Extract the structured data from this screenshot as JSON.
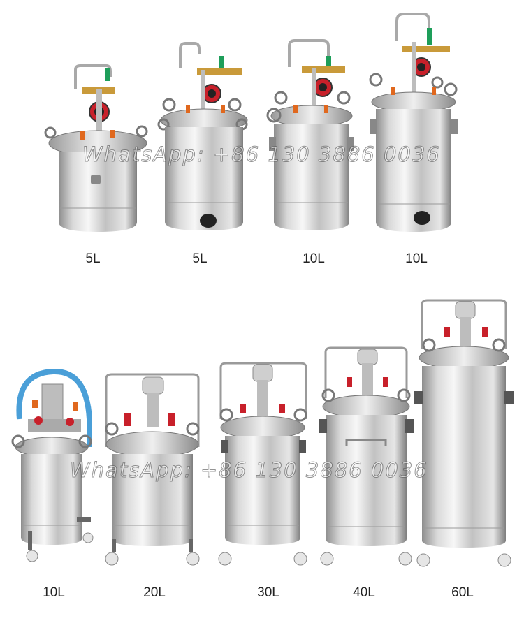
{
  "top_row": [
    {
      "capacity": "5L"
    },
    {
      "capacity": "5L"
    },
    {
      "capacity": "10L"
    },
    {
      "capacity": "10L"
    }
  ],
  "bottom_row": [
    {
      "capacity": "10L"
    },
    {
      "capacity": "20L"
    },
    {
      "capacity": "30L"
    },
    {
      "capacity": "40L"
    },
    {
      "capacity": "60L"
    }
  ],
  "watermark": "WhatsApp: +86 130 3886 0036",
  "colors": {
    "steel_light": "#f2f2f2",
    "steel_mid": "#b9b9b9",
    "steel_dark": "#7b7b7b",
    "gauge_red": "#c8202a",
    "valve_orange": "#e0681e",
    "handle_green": "#1e9e5a",
    "hose_blue": "#4a9fd8",
    "brass": "#c99a3a"
  }
}
